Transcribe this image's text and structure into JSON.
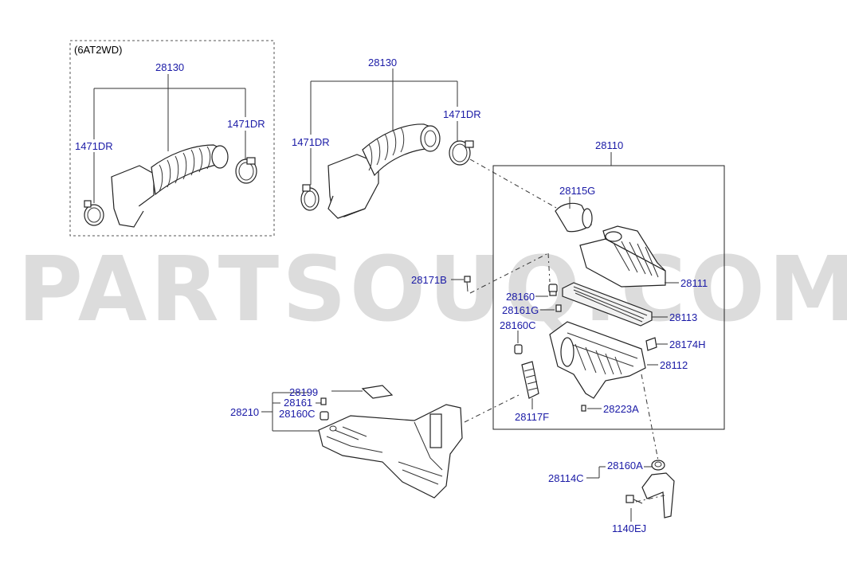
{
  "variant_note": "(6AT2WD)",
  "watermark": "PARTSOUQ.COM",
  "labels": {
    "hose_left": "28130",
    "clamp_left_a": "1471DR",
    "clamp_left_b": "1471DR",
    "hose_main": "28130",
    "clamp_main_a": "1471DR",
    "clamp_main_b": "1471DR",
    "cleaner_assy": "28110",
    "duct_28115G": "28115G",
    "cover_28111": "28111",
    "bolt_28171B": "28171B",
    "grommet_28160": "28160",
    "grommet_28161G": "28161G",
    "element_28113": "28113",
    "grommet_28160C_a": "28160C",
    "clip_28174H": "28174H",
    "body_28112": "28112",
    "insulator_28117F": "28117F",
    "bolt_28223A": "28223A",
    "resonator_28199": "28199",
    "grommet_28161": "28161",
    "duct_28210": "28210",
    "grommet_28160C_b": "28160C",
    "grommet_28160A": "28160A",
    "bracket_28114C": "28114C",
    "bolt_1140EJ": "1140EJ"
  }
}
